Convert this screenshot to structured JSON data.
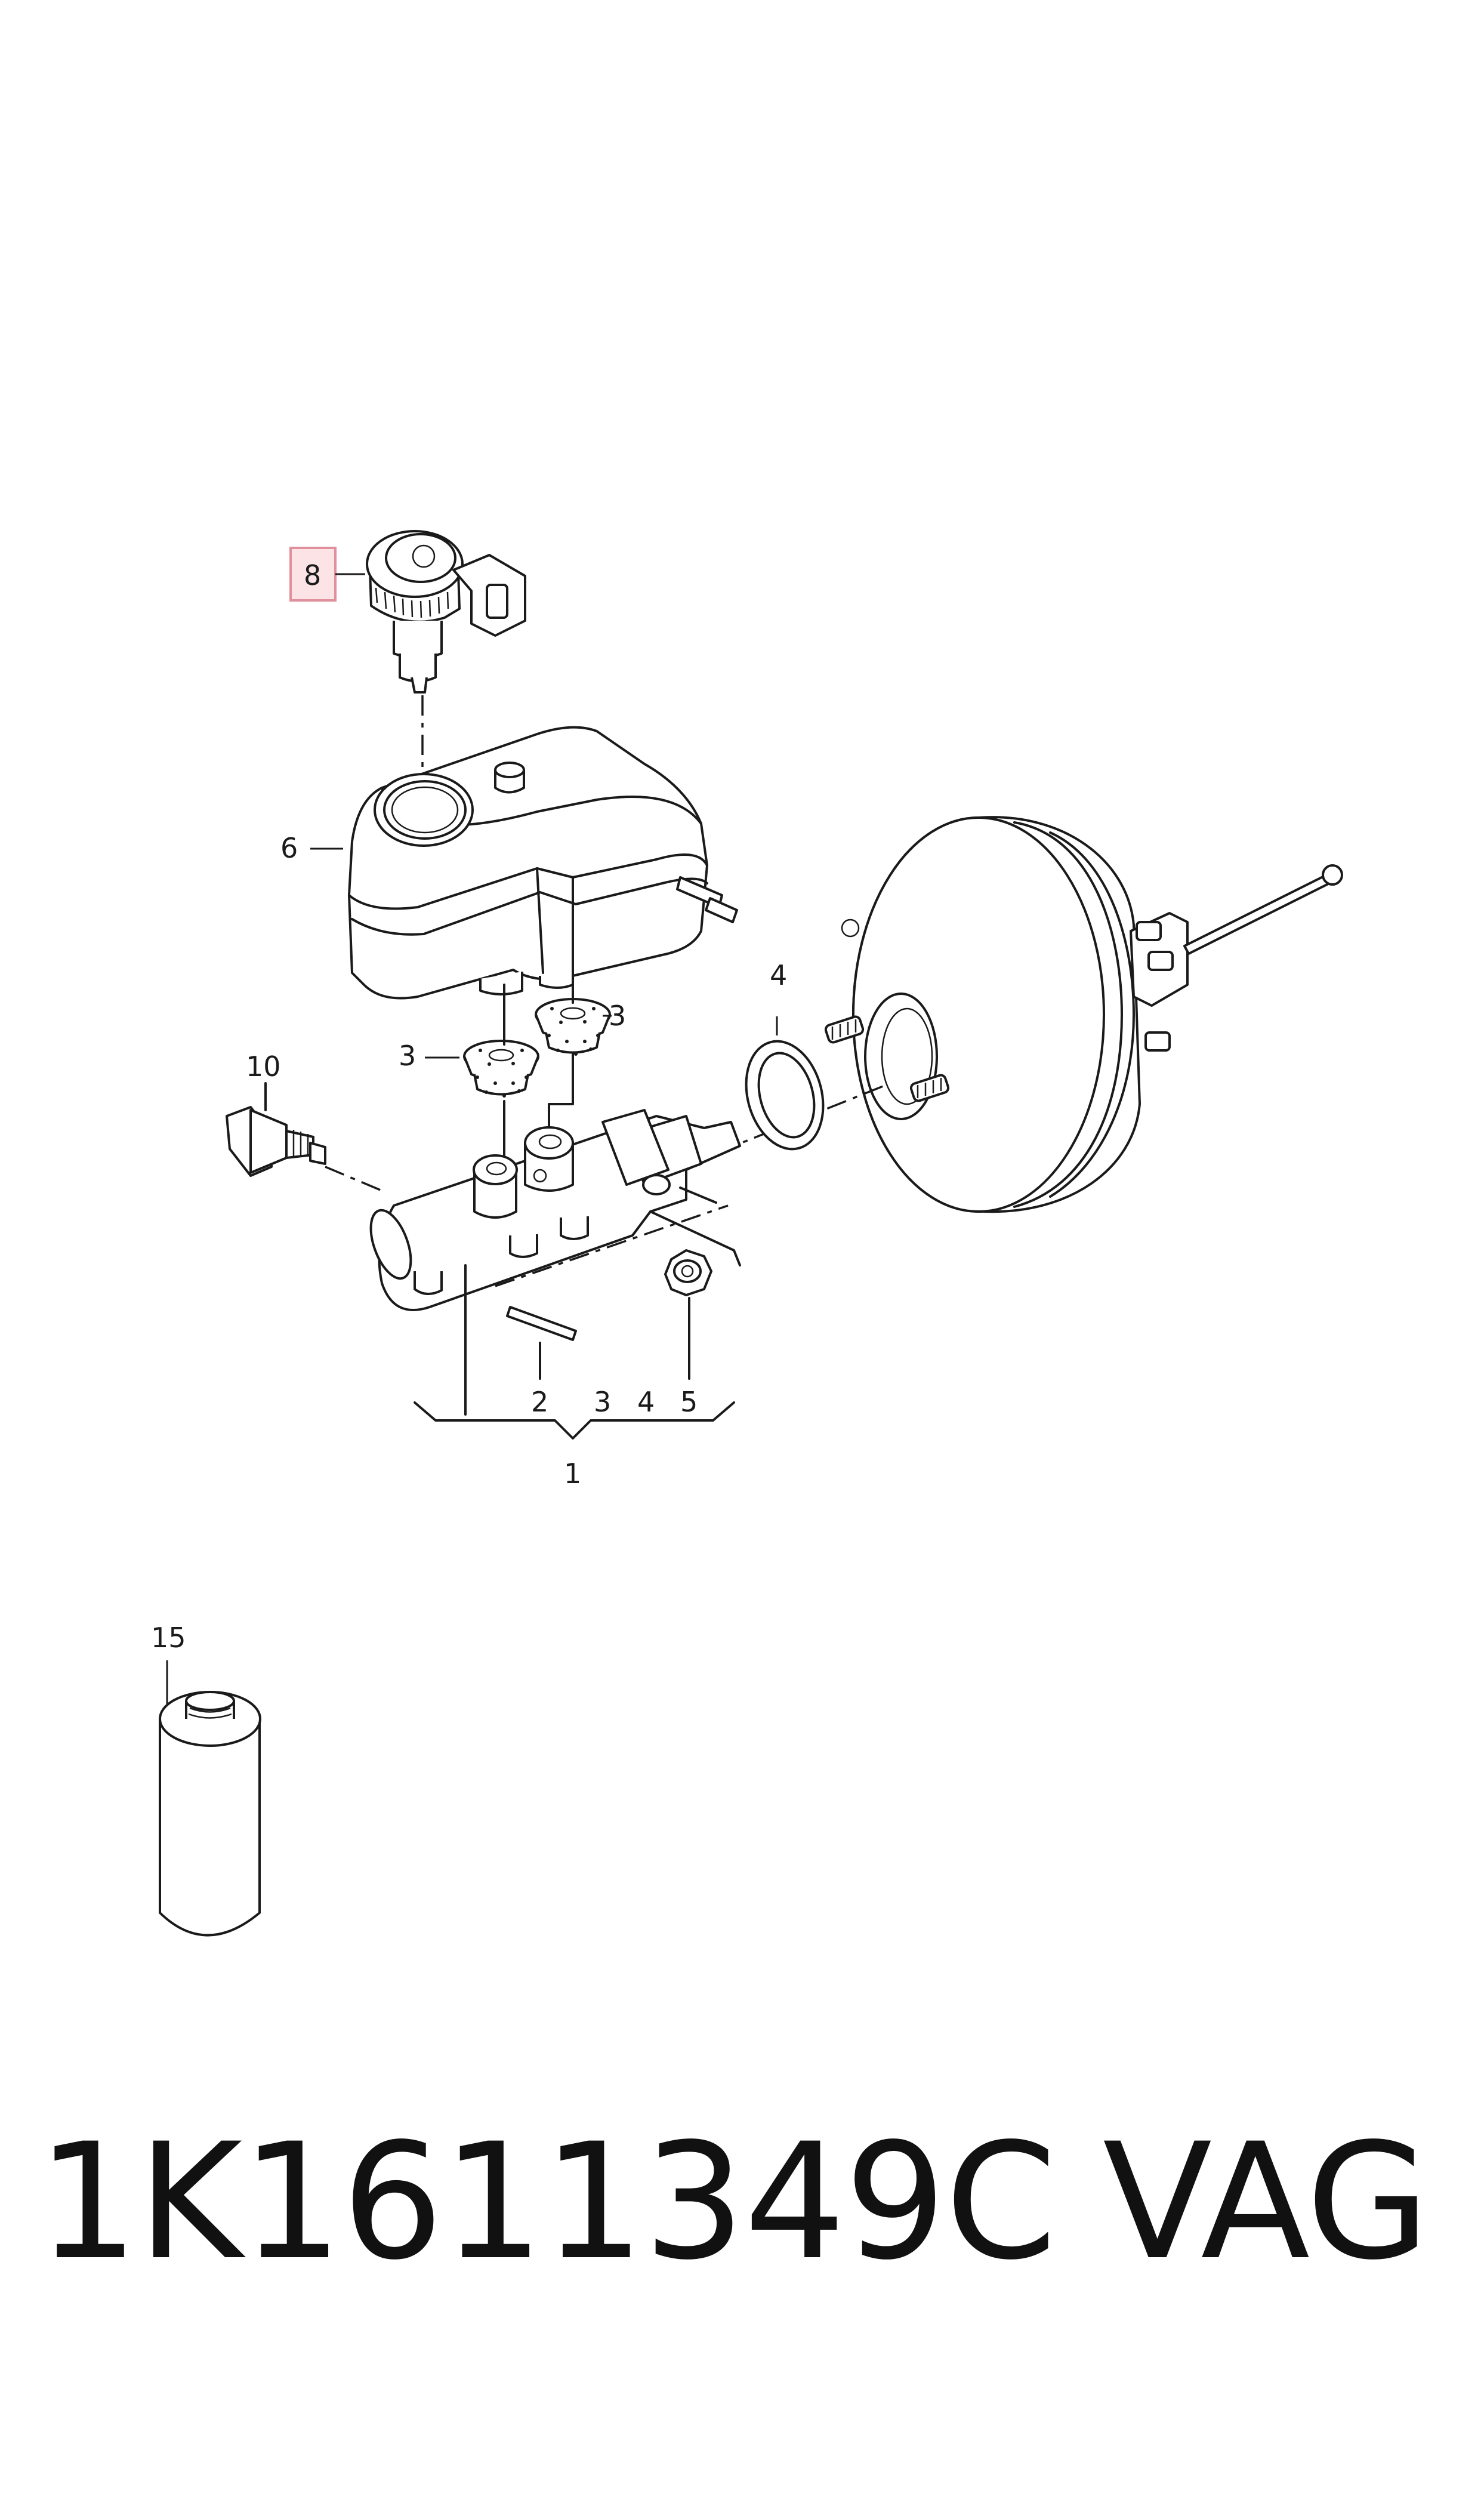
{
  "callouts": {
    "c1": "1",
    "c2": "2",
    "c3_bottom": "3",
    "c4_bottom": "4",
    "c5": "5",
    "c3_left": "3",
    "c3_right": "3",
    "c4_seal": "4",
    "c6": "6",
    "c8": "8",
    "c10": "10",
    "c15": "15"
  },
  "highlighted_callout": "8",
  "footer": {
    "part_number": "1K1611349C",
    "brand": "VAG"
  },
  "colors": {
    "line": "#1a1a1a",
    "highlight_fill": "#fbe3e6",
    "highlight_border": "#e0909c",
    "background": "#ffffff"
  }
}
